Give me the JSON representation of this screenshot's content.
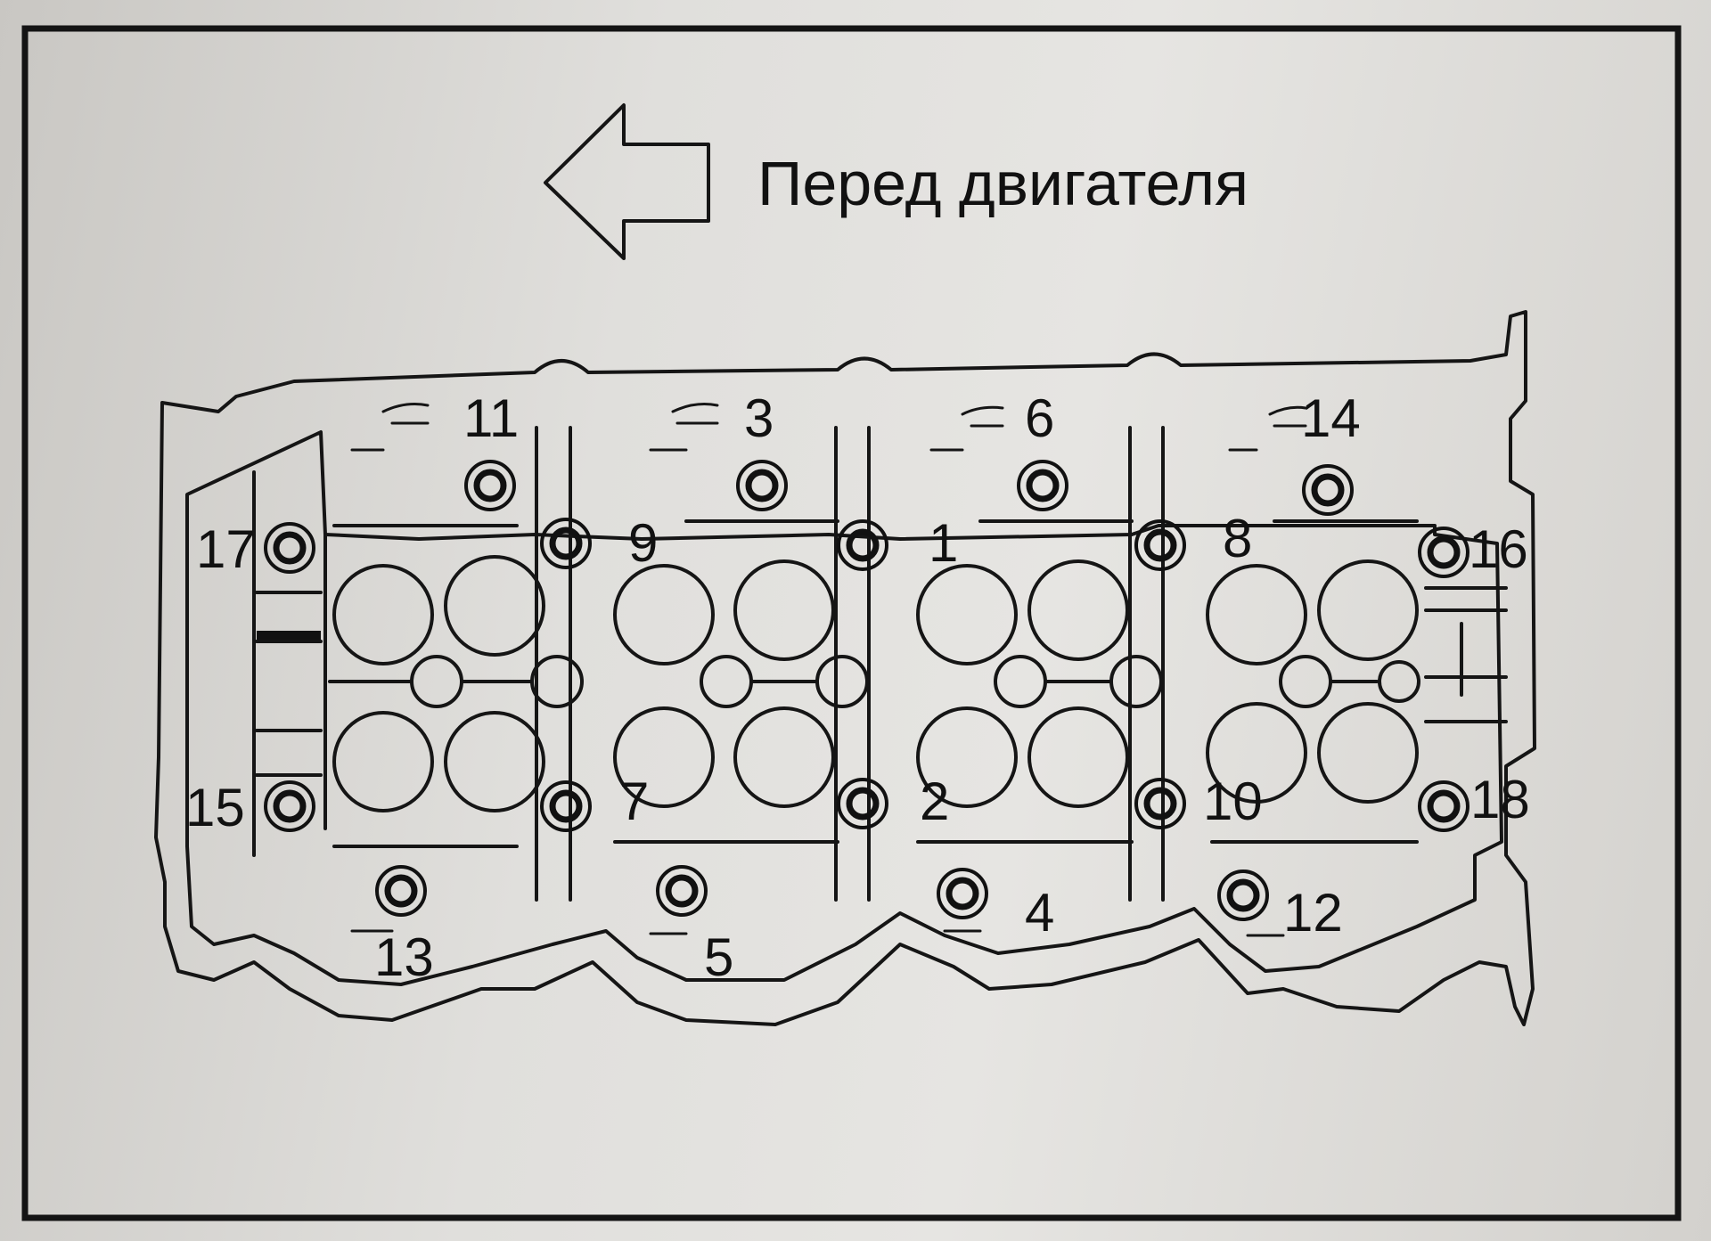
{
  "header": {
    "front_label": "Перед двигателя",
    "arrow_icon": "left-arrow-icon"
  },
  "bolts": {
    "b1": "1",
    "b2": "2",
    "b3": "3",
    "b4": "4",
    "b5": "5",
    "b6": "6",
    "b7": "7",
    "b8": "8",
    "b9": "9",
    "b10": "10",
    "b11": "11",
    "b12": "12",
    "b13": "13",
    "b14": "14",
    "b15": "15",
    "b16": "16",
    "b17": "17",
    "b18": "18"
  }
}
